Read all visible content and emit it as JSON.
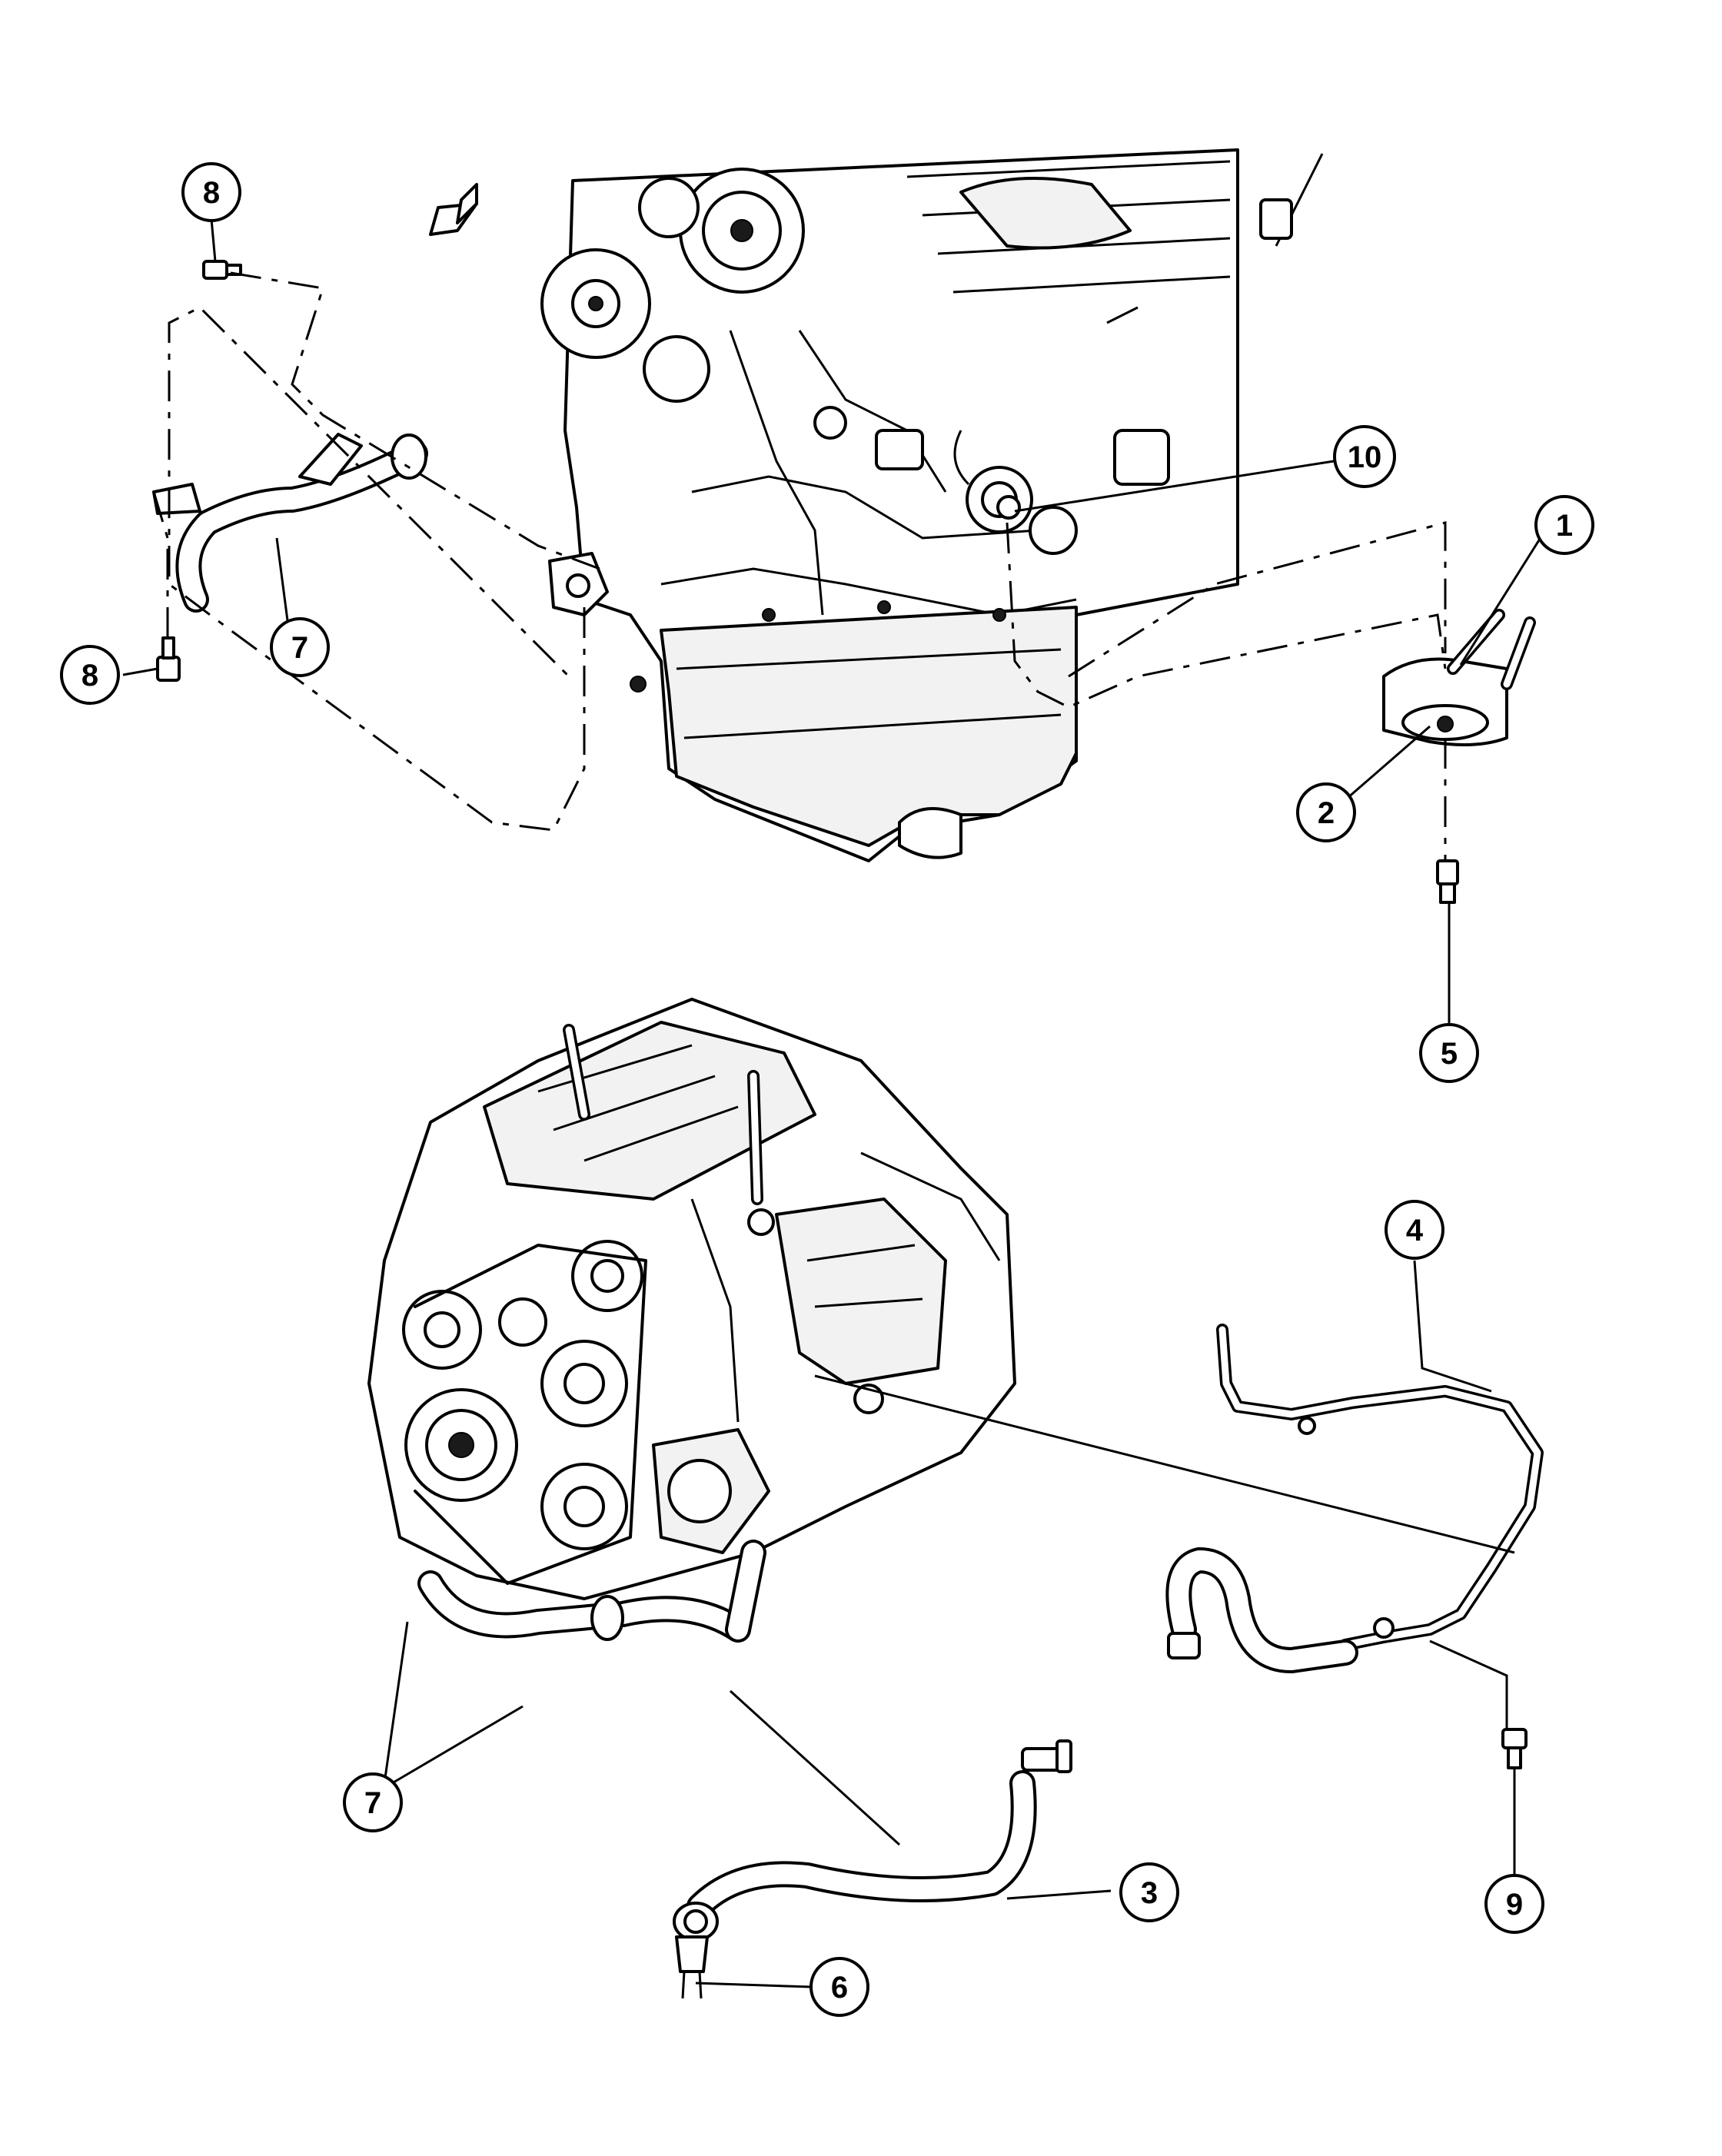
{
  "callouts": [
    {
      "id": "1",
      "label": "1"
    },
    {
      "id": "2",
      "label": "2"
    },
    {
      "id": "3",
      "label": "3"
    },
    {
      "id": "4",
      "label": "4"
    },
    {
      "id": "5",
      "label": "5"
    },
    {
      "id": "6",
      "label": "6"
    },
    {
      "id": "7a",
      "label": "7"
    },
    {
      "id": "7b",
      "label": "7"
    },
    {
      "id": "8a",
      "label": "8"
    },
    {
      "id": "8b",
      "label": "8"
    },
    {
      "id": "9",
      "label": "9"
    },
    {
      "id": "10",
      "label": "10"
    }
  ]
}
